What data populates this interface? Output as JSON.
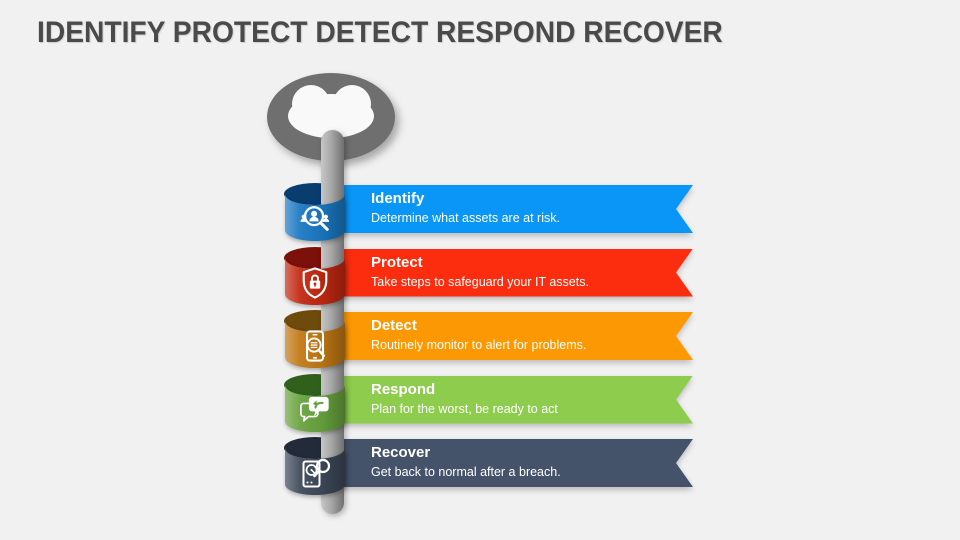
{
  "slide": {
    "title": "IDENTIFY PROTECT DETECT RESPOND RECOVER",
    "title_color": "#4A4A4A",
    "background": "#F1F1F2",
    "key_color": "#6F6F6F"
  },
  "steps": [
    {
      "label": "Identify",
      "description": "Determine what assets are at risk.",
      "icon": "user-search-icon",
      "banner_color": "#0A96F7",
      "ring_color": "#1A78C2",
      "ring_top_color": "#093C6F"
    },
    {
      "label": "Protect",
      "description": "Take steps to safeguard your IT assets.",
      "icon": "shield-lock-icon",
      "banner_color": "#FB2D0E",
      "ring_color": "#C22811",
      "ring_top_color": "#7C100B"
    },
    {
      "label": "Detect",
      "description": "Routinely monitor to alert for problems.",
      "icon": "phone-scan-icon",
      "banner_color": "#FB9803",
      "ring_color": "#C07814",
      "ring_top_color": "#6E4A0C"
    },
    {
      "label": "Respond",
      "description": "Plan for the worst, be ready to act",
      "icon": "chat-reply-icon",
      "banner_color": "#8DCC4D",
      "ring_color": "#68A33E",
      "ring_top_color": "#2F611D"
    },
    {
      "label": "Recover",
      "description": "Get back to normal after a breach.",
      "icon": "disk-search-icon",
      "banner_color": "#45536A",
      "ring_color": "#3D4859",
      "ring_top_color": "#232B3A"
    }
  ]
}
